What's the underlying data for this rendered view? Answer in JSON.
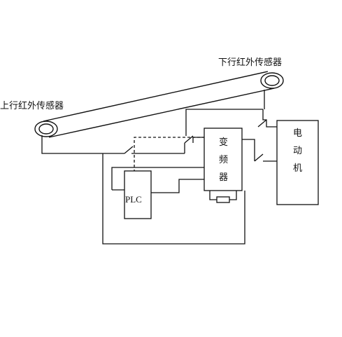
{
  "labels": {
    "upper_sensor": "上行红外传感器",
    "lower_sensor": "下行红外传感器",
    "plc": "PLC",
    "vfd": [
      "变",
      "频",
      "器"
    ],
    "motor": [
      "电",
      "动",
      "机"
    ]
  },
  "colors": {
    "line": "#111111",
    "background": "#ffffff"
  }
}
